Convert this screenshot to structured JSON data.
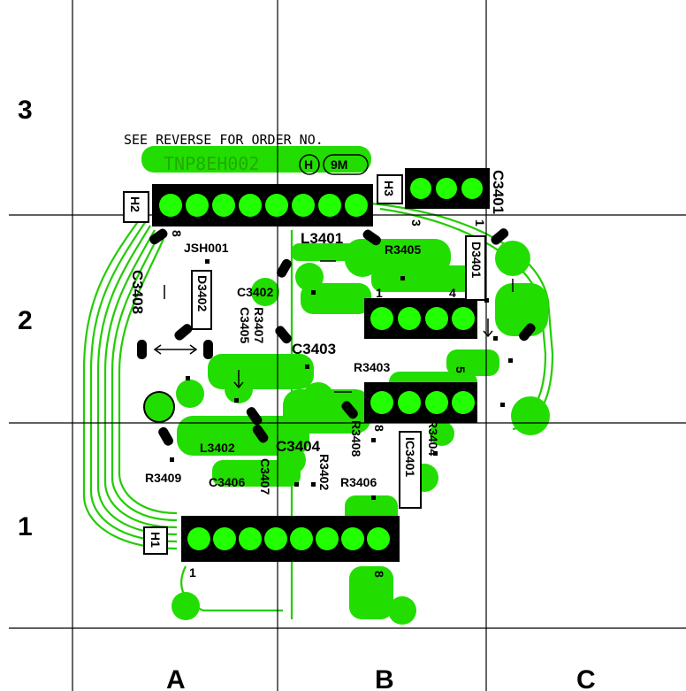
{
  "grid": {
    "rows": [
      "3",
      "2",
      "1"
    ],
    "cols": [
      "A",
      "B",
      "C"
    ]
  },
  "board": {
    "header_line1": "SEE REVERSE FOR ORDER NO.",
    "board_no": "TNP8EH002",
    "revision_marks": [
      "H",
      "9M"
    ]
  },
  "connectors": [
    {
      "ref": "H2",
      "pins": 8,
      "pin_labels": [
        "8"
      ]
    },
    {
      "ref": "H3",
      "pins": 3,
      "pin_labels": [
        "3",
        "1"
      ]
    },
    {
      "ref": "H1",
      "pins": 8,
      "pin_labels": [
        "1",
        "8"
      ]
    }
  ],
  "ic": {
    "ref": "IC3401",
    "pin_labels": [
      "1",
      "4",
      "5",
      "8"
    ]
  },
  "components": [
    "C3401",
    "L3401",
    "R3405",
    "D3401",
    "JSH001",
    "C3408",
    "D3402",
    "C3402",
    "R3407",
    "C3405",
    "C3403",
    "R3403",
    "L3402",
    "C3404",
    "R3408",
    "R3404",
    "C3407",
    "R3402",
    "R3406",
    "R3409",
    "C3406"
  ],
  "colors": {
    "copper": "#22dd00",
    "pad": "#22ff00",
    "silkscreen": "#000000"
  }
}
